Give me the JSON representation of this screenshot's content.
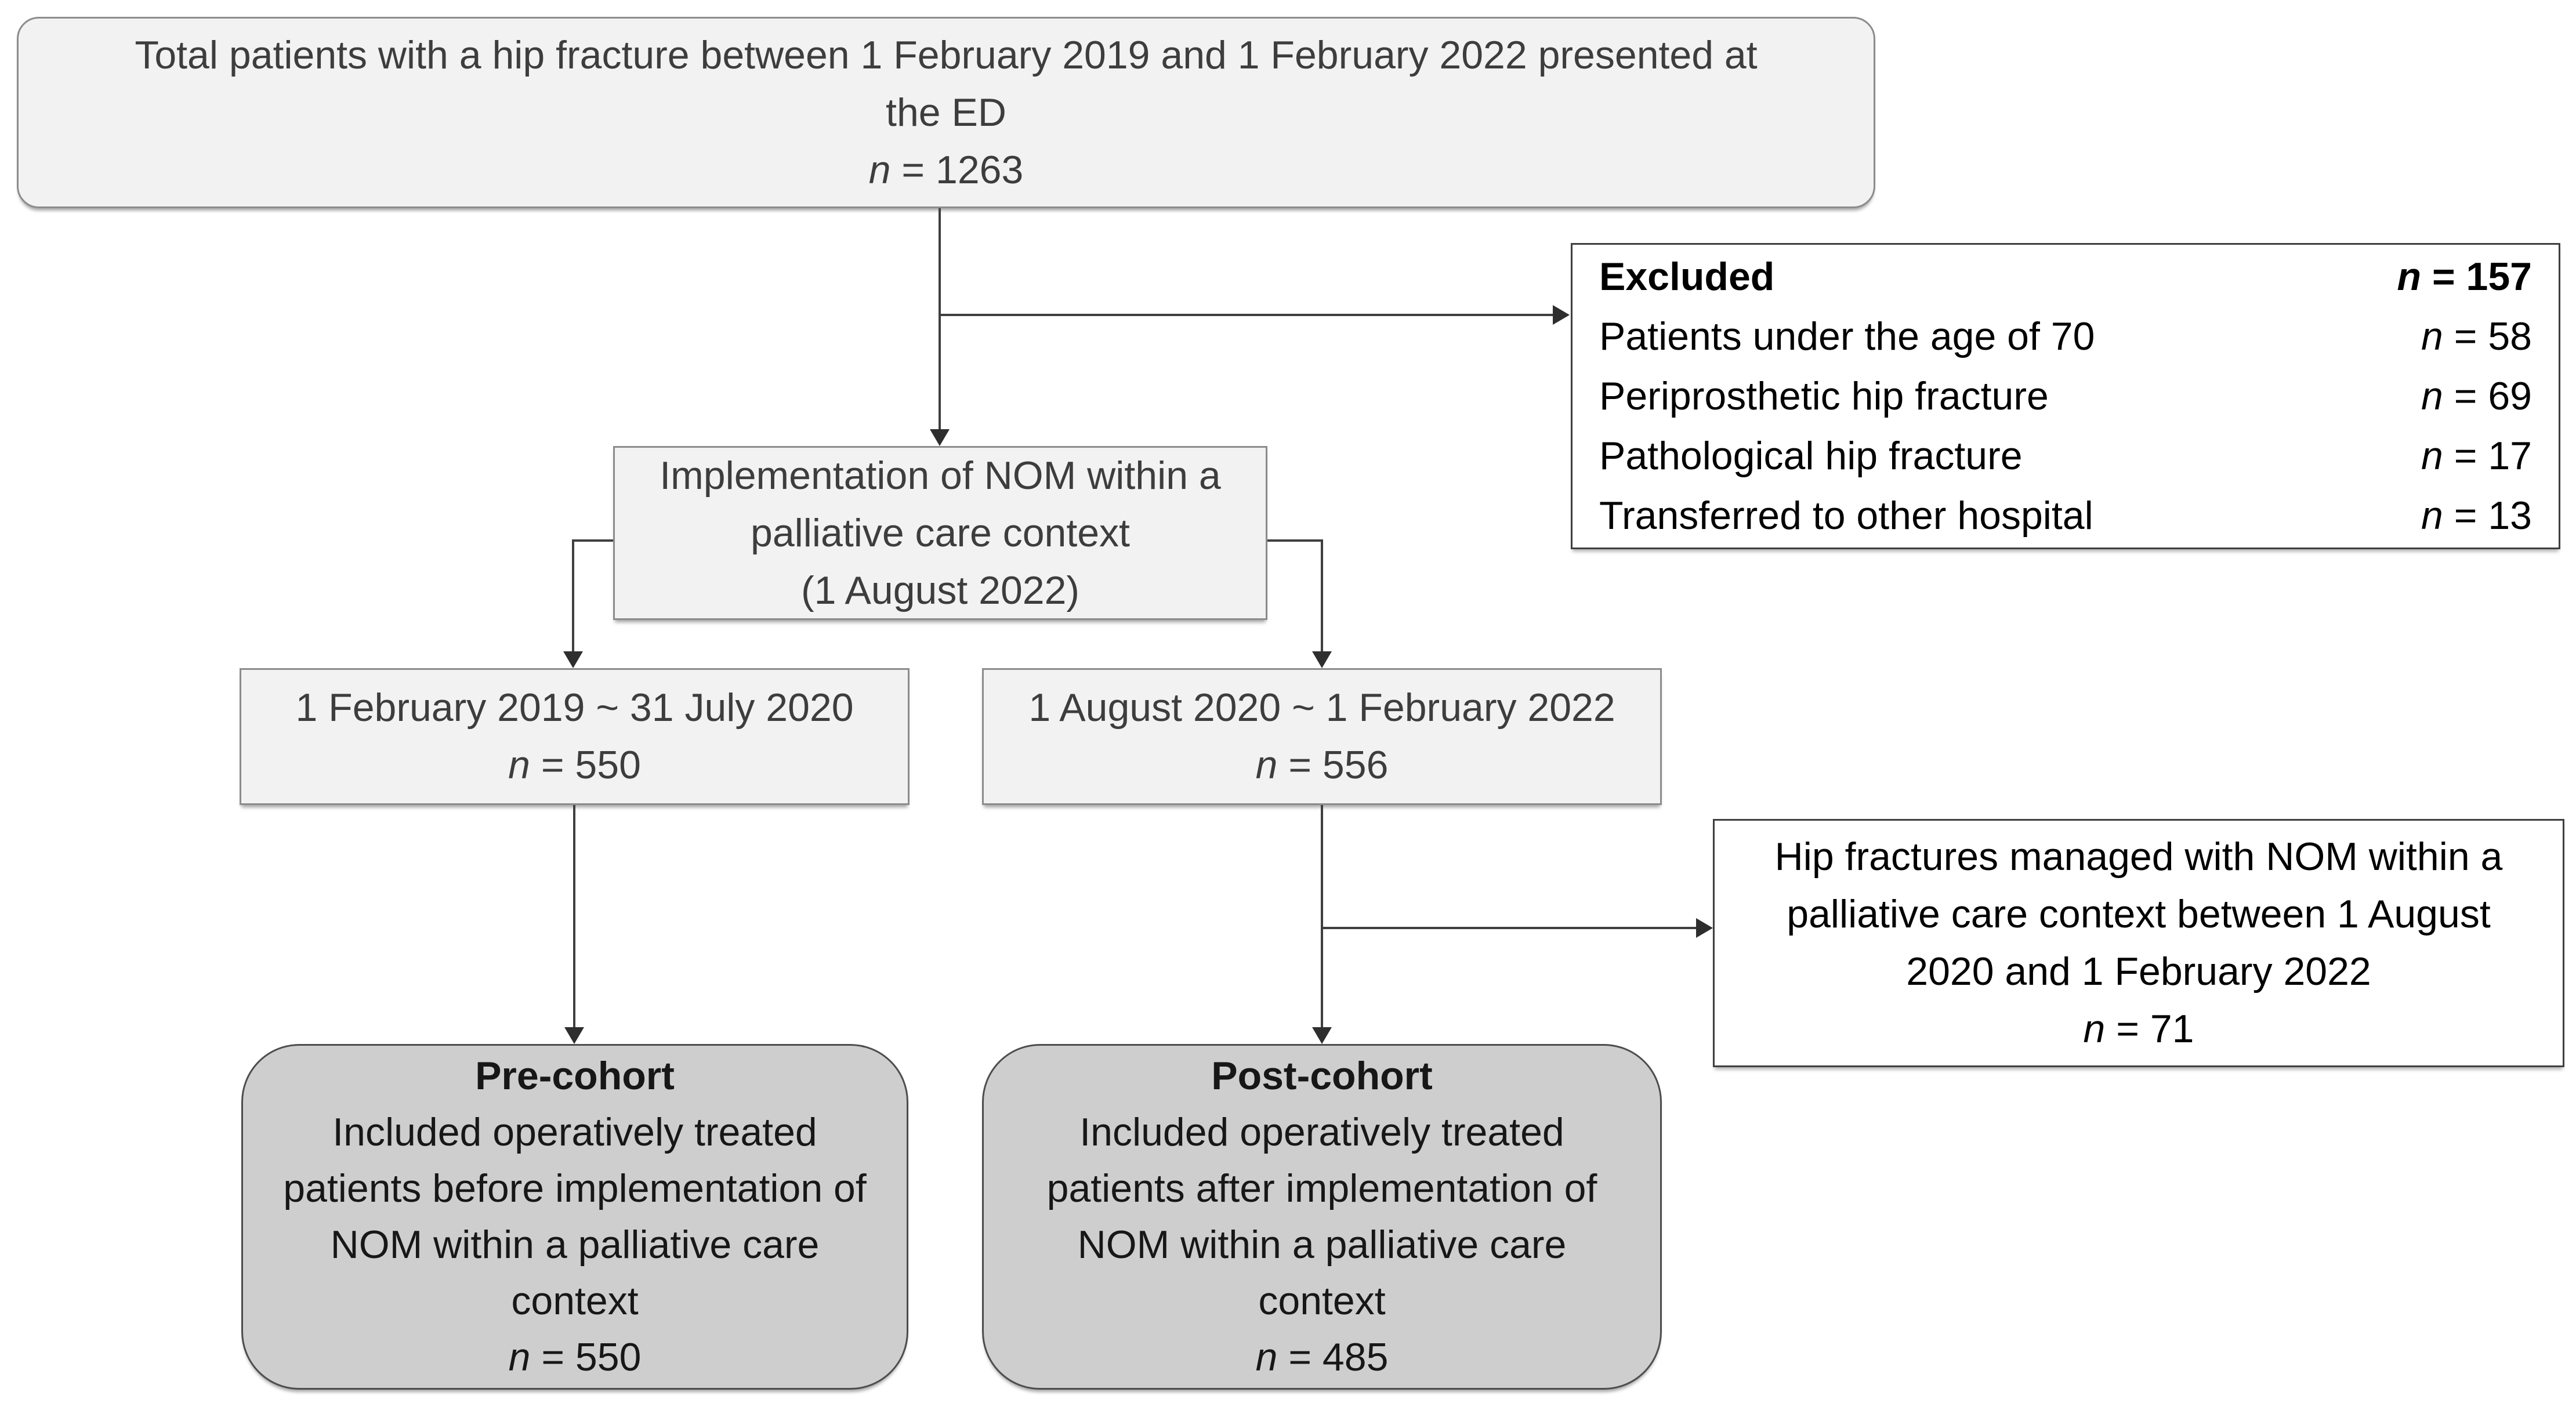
{
  "diagram": {
    "title_semantic": "Patient inclusion flowchart for hip fracture NOM palliative care study",
    "colors": {
      "background": "#ffffff",
      "light_box_fill": "#f2f2f2",
      "light_box_border": "#8c8c8c",
      "white_box_fill": "#ffffff",
      "white_box_border": "#3f3f3f",
      "cohort_box_fill": "#cecece",
      "cohort_box_border": "#4d4d4d",
      "connector": "#3f3f3f",
      "text_primary": "#3d3d3d",
      "text_dark": "#000000"
    },
    "boxes": {
      "total": {
        "line1": "Total patients with a hip fracture between 1 February 2019 and 1 February 2022 presented at",
        "line2": "the ED",
        "n": "n = 1263"
      },
      "excluded": {
        "rows": [
          {
            "label": "Excluded",
            "value": "n = 157"
          },
          {
            "label": "Patients under the age of 70",
            "value": "n = 58"
          },
          {
            "label": "Periprosthetic hip fracture",
            "value": "n = 69"
          },
          {
            "label": "Pathological hip fracture",
            "value": "n = 17"
          },
          {
            "label": "Transferred to other hospital",
            "value": "n = 13"
          }
        ]
      },
      "implementation": {
        "line1": "Implementation of NOM within a",
        "line2": "palliative care context",
        "line3": "(1 August 2022)"
      },
      "period_pre": {
        "line1": "1 February 2019 ~ 31 July 2020",
        "n": "n = 550"
      },
      "period_post": {
        "line1": "1 August 2020 ~ 1 February 2022",
        "n": "n = 556"
      },
      "nom_info": {
        "line1": "Hip fractures managed with NOM within a",
        "line2": "palliative care context between 1 August",
        "line3": "2020 and 1 February 2022",
        "n": "n = 71"
      },
      "pre_cohort": {
        "title": "Pre-cohort",
        "line1": "Included operatively treated",
        "line2": "patients before implementation of",
        "line3": "NOM within a palliative care",
        "line4": "context",
        "n": "n = 550"
      },
      "post_cohort": {
        "title": "Post-cohort",
        "line1": "Included operatively treated",
        "line2": "patients after implementation of",
        "line3": "NOM within a palliative care",
        "line4": "context",
        "n": "n = 485"
      }
    }
  }
}
